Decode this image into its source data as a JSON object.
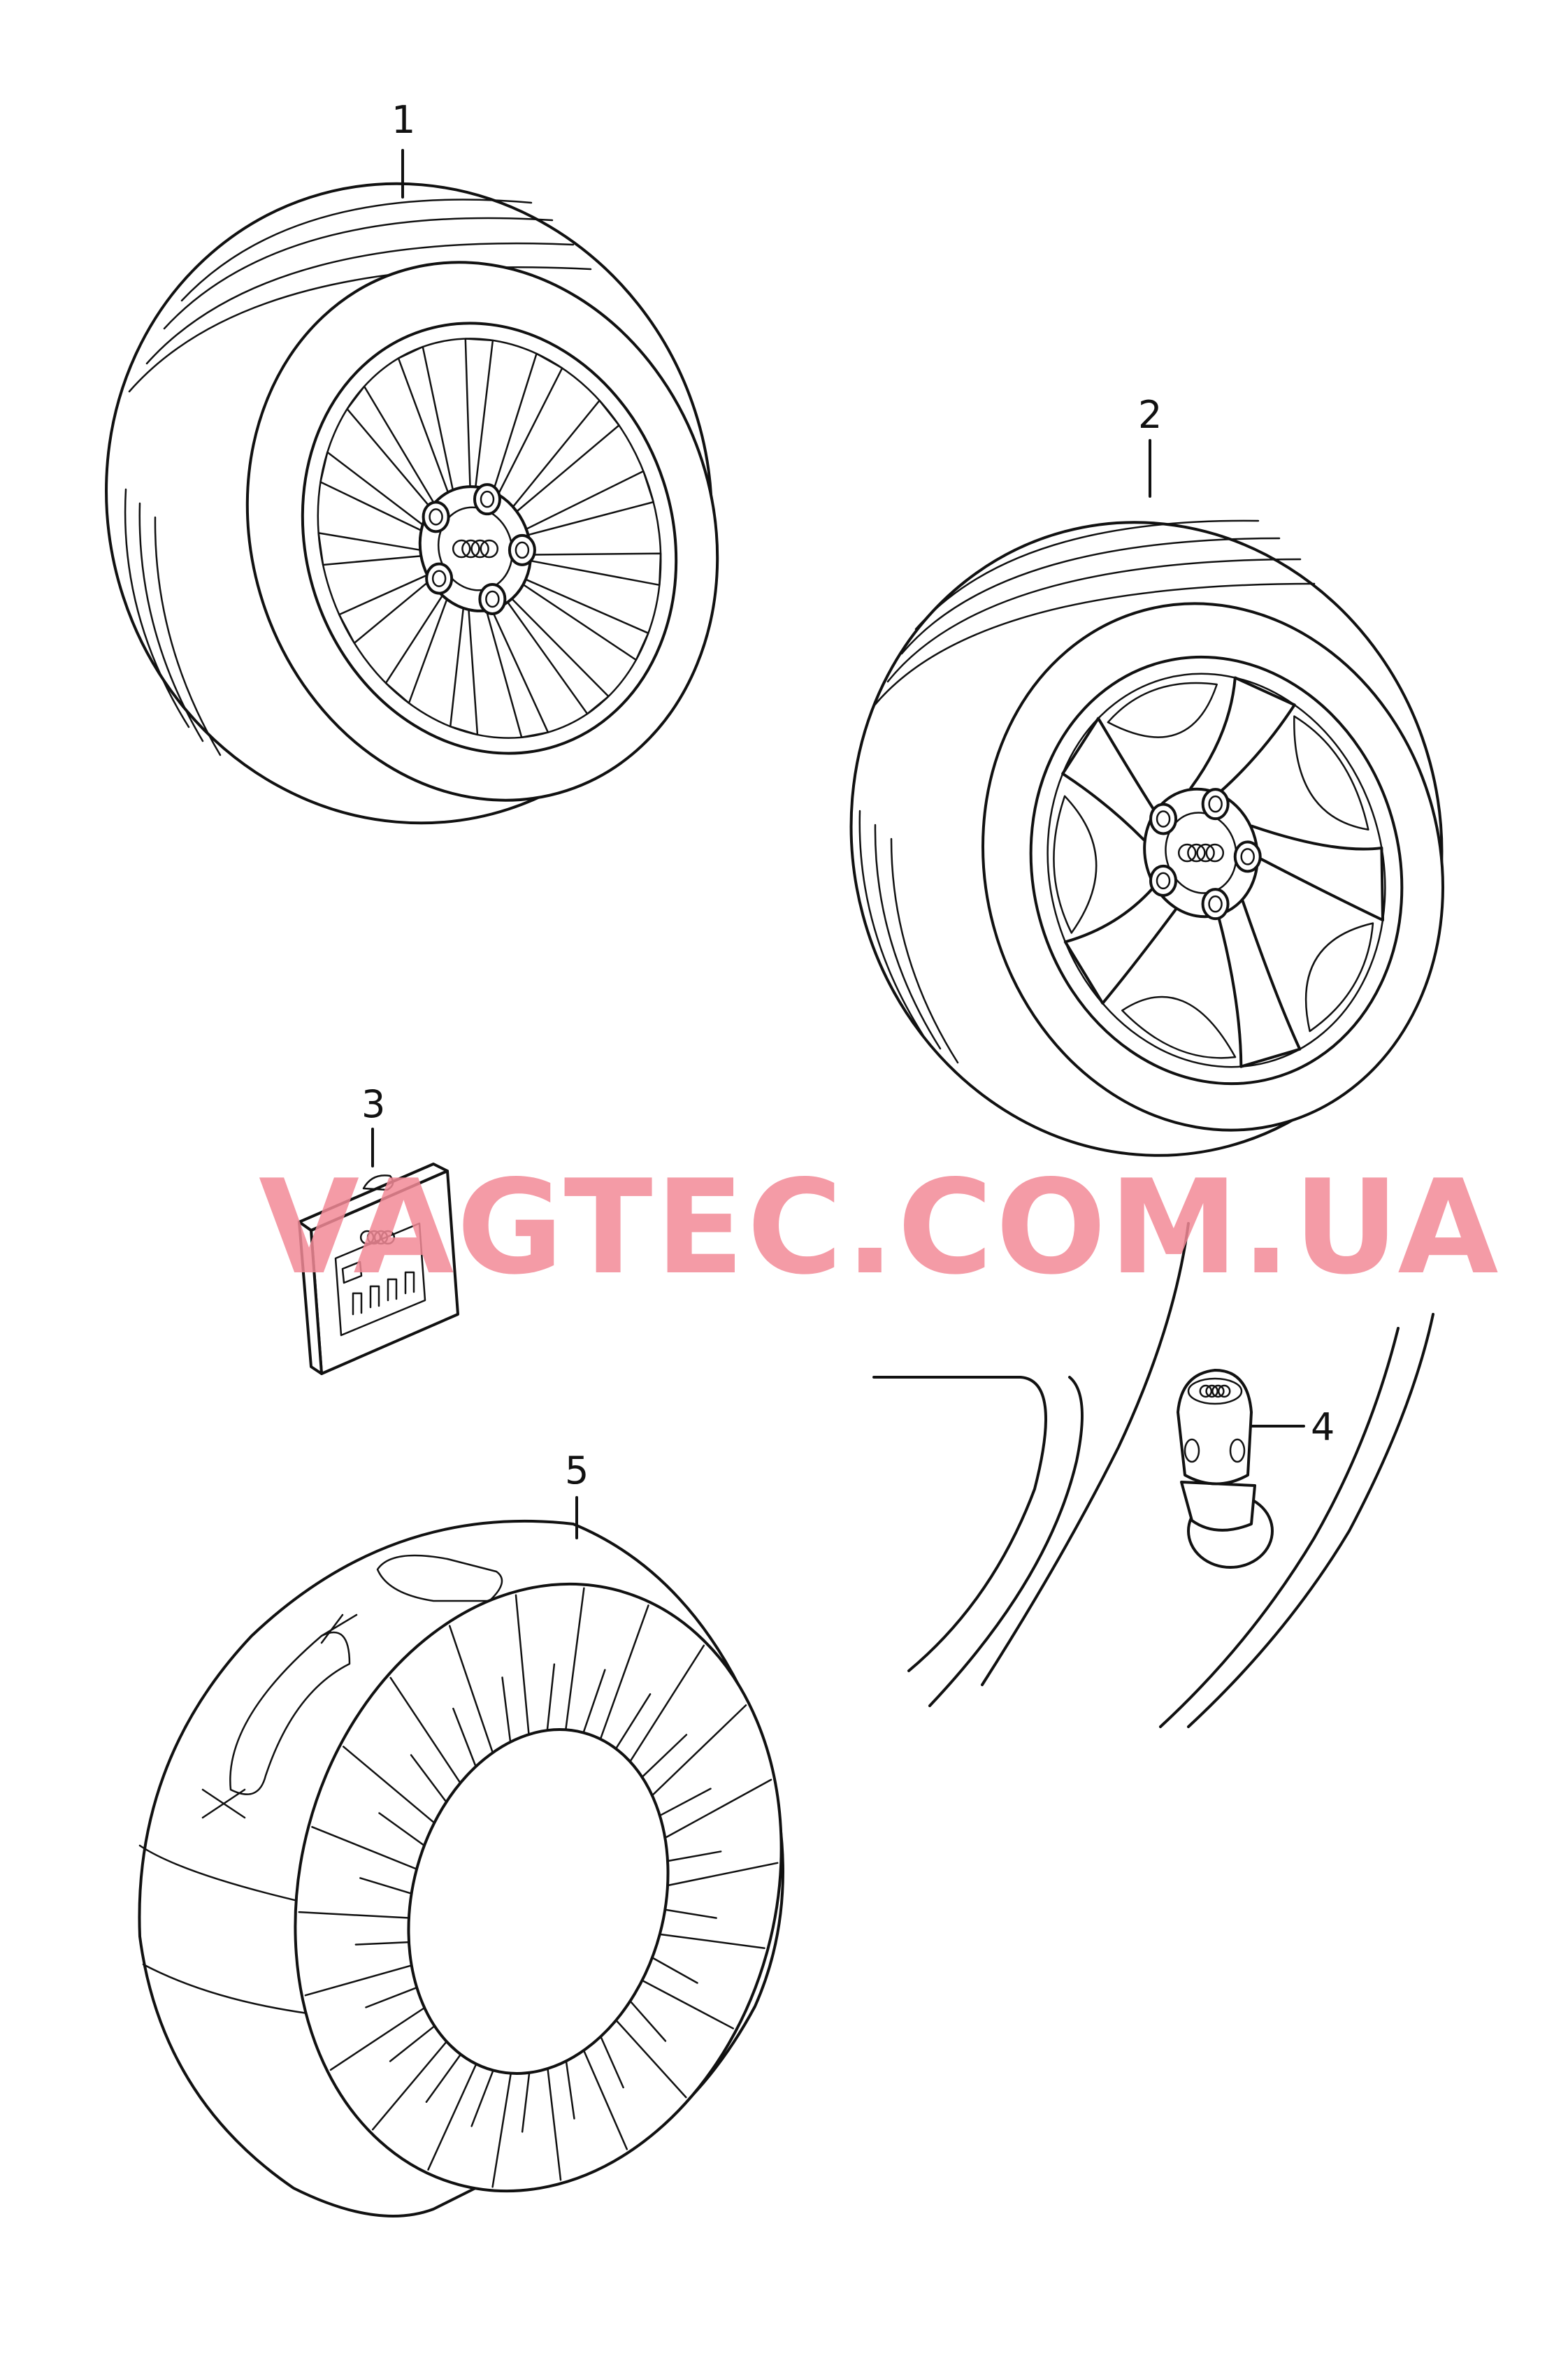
{
  "watermark": {
    "text": "VAGTEC.COM.UA",
    "color": "#f28a96"
  },
  "callouts": [
    {
      "id": "1",
      "label": "1"
    },
    {
      "id": "2",
      "label": "2"
    },
    {
      "id": "3",
      "label": "3"
    },
    {
      "id": "4",
      "label": "4"
    },
    {
      "id": "5",
      "label": "5"
    }
  ],
  "colors": {
    "line": "#111111",
    "background": "#ffffff"
  }
}
